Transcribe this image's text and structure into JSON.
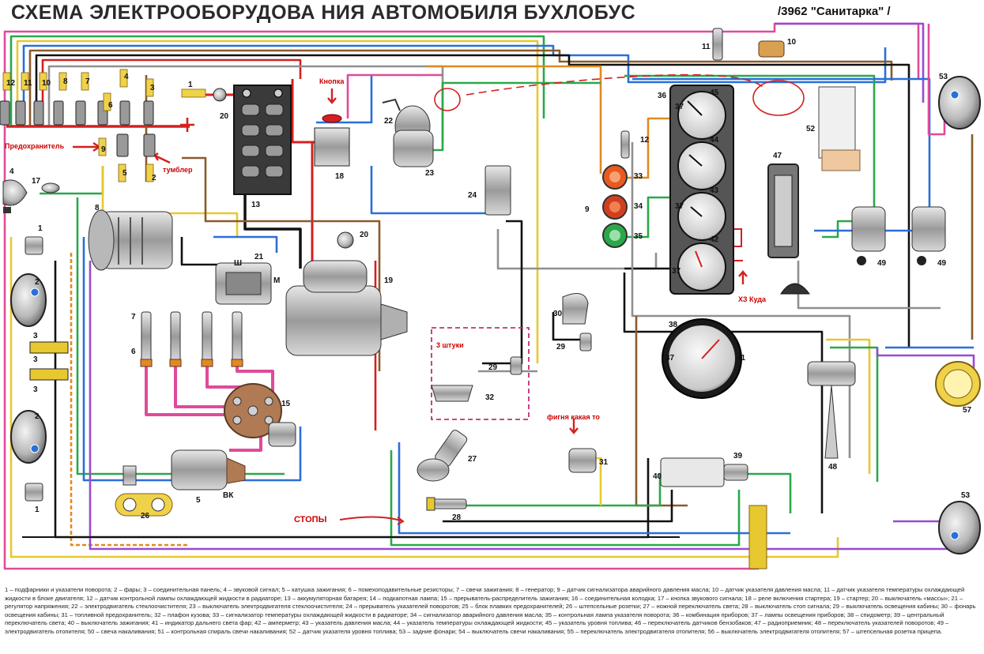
{
  "title": "СХЕМА ЭЛЕКТРООБОРУДОВА НИЯ АВТОМОБИЛЯ БУХЛОБУС",
  "subtitle": "/3962 \"Санитарка\" /",
  "annotations": {
    "fuse": "Предохранитель",
    "toggle": "тумблер",
    "button": "Кнопка",
    "three_pcs": "3 штуки",
    "what_is_it": "фигня какая то",
    "stops": "СТОПЫ",
    "where_to": "ХЗ Куда"
  },
  "terminals": {
    "sh": "Ш",
    "m": "М",
    "vk": "ВК"
  },
  "labels": {
    "n1": "1",
    "n2": "2",
    "n3": "3",
    "n4": "4",
    "n5": "5",
    "n6": "6",
    "n7": "7",
    "n8": "8",
    "n9": "9",
    "n10": "10",
    "n11": "11",
    "n12": "12",
    "n13": "13",
    "n15": "15",
    "n17": "17",
    "n18": "18",
    "n19": "19",
    "n20": "20",
    "n21": "21",
    "n22": "22",
    "n23": "23",
    "n24": "24",
    "n26": "26",
    "n27": "27",
    "n28": "28",
    "n29": "29",
    "n30": "30",
    "n31": "31",
    "n32": "32",
    "n33": "33",
    "n34": "34",
    "n35": "35",
    "n36": "36",
    "n37": "37",
    "n38": "38",
    "n39": "39",
    "n40": "40",
    "n41": "41",
    "n42": "42",
    "n43": "43",
    "n44": "44",
    "n45": "45",
    "n47": "47",
    "n48": "48",
    "n49": "49",
    "n52": "52",
    "n53": "53",
    "n57": "57"
  },
  "legend_text": "1 – подфарники и указатели поворота; 2 – фары; 3 – соединительная панель; 4 – звуковой сигнал; 5 – катушка зажигания; 6 – помехоподавительные резисторы; 7 – свечи зажигания; 8 – генератор; 9 – датчик сигнализатора аварийного давления масла; 10 – датчик указателя давления масла; 11 – датчик указателя температуры охлаждающей жидкости в блоке двигателя; 12 – датчик контрольной лампы охлаждающей жидкости в радиаторе; 13 – аккумуляторная батарея; 14 – подкапотная лампа; 15 – прерыватель-распределитель зажигания; 16 – соединительная колодка; 17 – кнопка звукового сигнала; 18 – реле включения стартера; 19 – стартер; 20 – выключатель «массы»; 21 – регулятор напряжения; 22 – электродвигатель стеклоочистителя; 23 – выключатель электродвигателя стеклоочистителя; 24 – прерыватель указателей поворотов; 25 – блок плавких предохранителей; 26 – штепсельные розетки; 27 – ножной переключатель света; 28 – выключатель стоп сигнала; 29 – выключатель освещения кабины; 30 – фонарь освещения кабины; 31 – топливной предохранитель; 32 – плафон кузова; 33 – сигнализатор температуры охлаждающей жидкости в радиаторе; 34 – сигнализатор аварийного давления масла; 35 – контрольная лампа указателя поворота; 36 – комбинация приборов; 37 – лампы освещения приборов; 38 – спидометр; 39 – центральный переключатель света; 40 – выключатель зажигания; 41 – индикатор дальнего света фар; 42 – амперметр; 43 – указатель давления масла; 44 – указатель температуры охлаждающей жидкости; 45 – указатель уровня топлива; 46 – переключатель датчиков бензобаков; 47 – радиоприемник; 48 – переключатель указателей поворотов; 49 – электродвигатель отопителя; 50 – свеча накаливания; 51 – контрольная спираль свечи накаливания; 52 – датчик указателя уровня топлива; 53 – задние фонари; 54 – выключатель свечи накаливания; 55 – переключатель электродвигателя отопителя; 56 – выключатель электродвигателя отопителя; 57 – штепсельная розетка прицепа.",
  "colors": {
    "red": "#d42020",
    "green": "#2aa84a",
    "blue": "#2a6fd8",
    "pink": "#e04a9a",
    "yellow": "#e8c830",
    "brown": "#8b5a2b",
    "black": "#111111",
    "gray": "#909090",
    "purple": "#9a4ad0",
    "orange": "#e08a20"
  }
}
